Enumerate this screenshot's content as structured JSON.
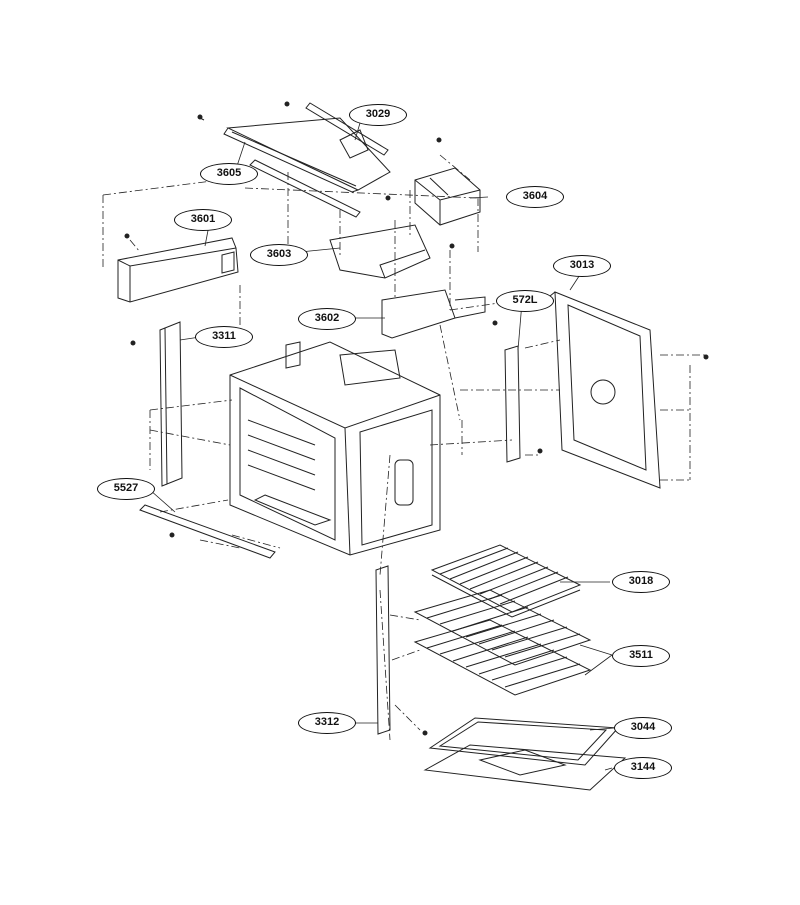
{
  "parts": [
    {
      "id": "p3029",
      "label": "3029"
    },
    {
      "id": "p3605",
      "label": "3605"
    },
    {
      "id": "p3604",
      "label": "3604"
    },
    {
      "id": "p3601",
      "label": "3601"
    },
    {
      "id": "p3603",
      "label": "3603"
    },
    {
      "id": "p3013",
      "label": "3013"
    },
    {
      "id": "p572L",
      "label": "572L"
    },
    {
      "id": "p3602",
      "label": "3602"
    },
    {
      "id": "p3311",
      "label": "3311"
    },
    {
      "id": "p5527",
      "label": "5527"
    },
    {
      "id": "p3018",
      "label": "3018"
    },
    {
      "id": "p3511",
      "label": "3511"
    },
    {
      "id": "p3312",
      "label": "3312"
    },
    {
      "id": "p3044",
      "label": "3044"
    },
    {
      "id": "p3144",
      "label": "3144"
    }
  ]
}
